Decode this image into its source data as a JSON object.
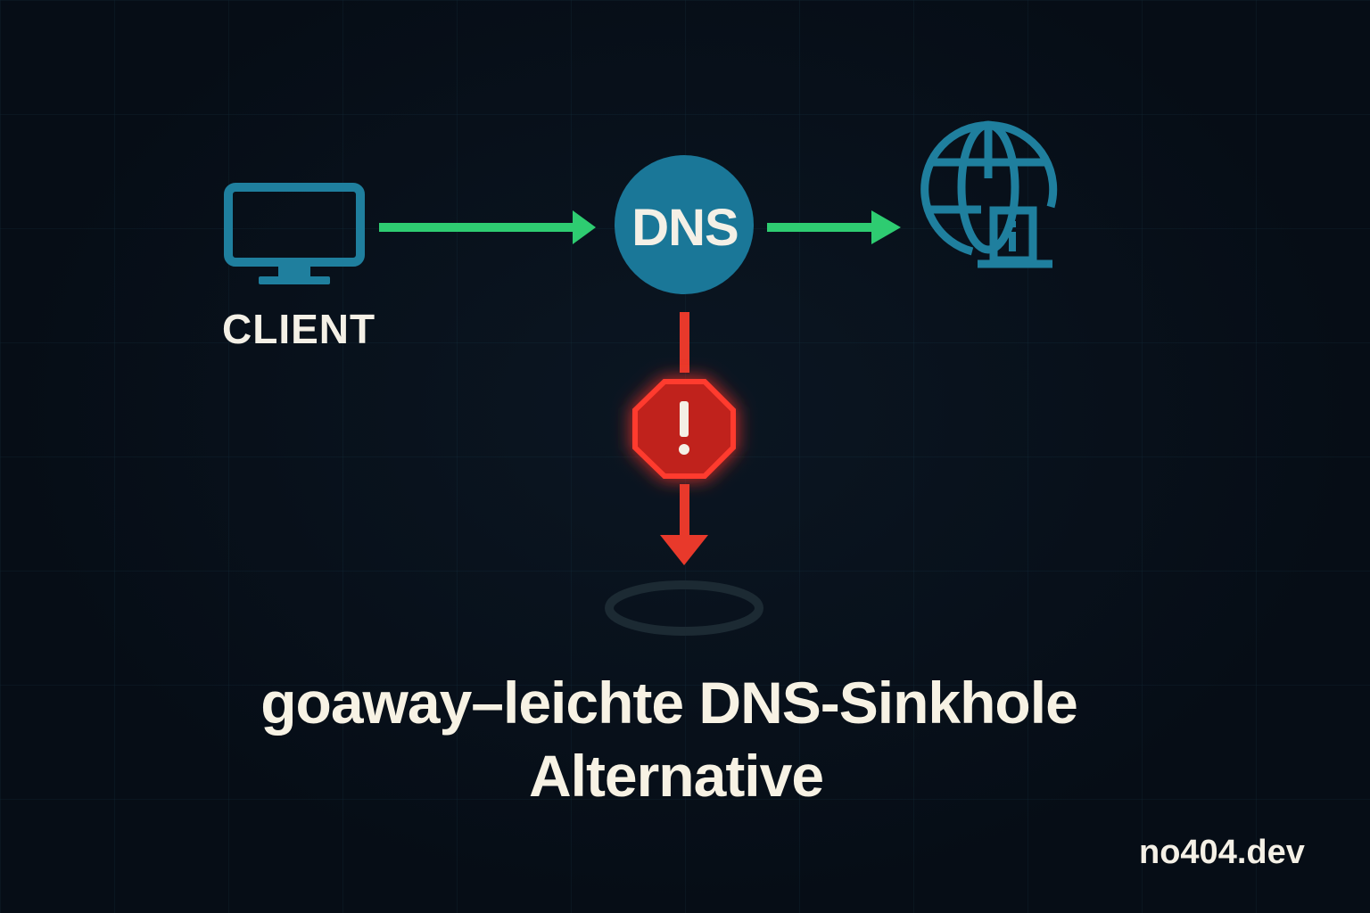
{
  "diagram": {
    "client_label": "CLIENT",
    "dns_label": "DNS",
    "title_line1": "goaway–leichte DNS-Sinkhole",
    "title_line2": "Alternative",
    "brand": "no404.dev",
    "colors": {
      "teal": "#1f7f9e",
      "green": "#2ecc71",
      "red": "#e8392b",
      "text": "#f4f0e6"
    }
  }
}
